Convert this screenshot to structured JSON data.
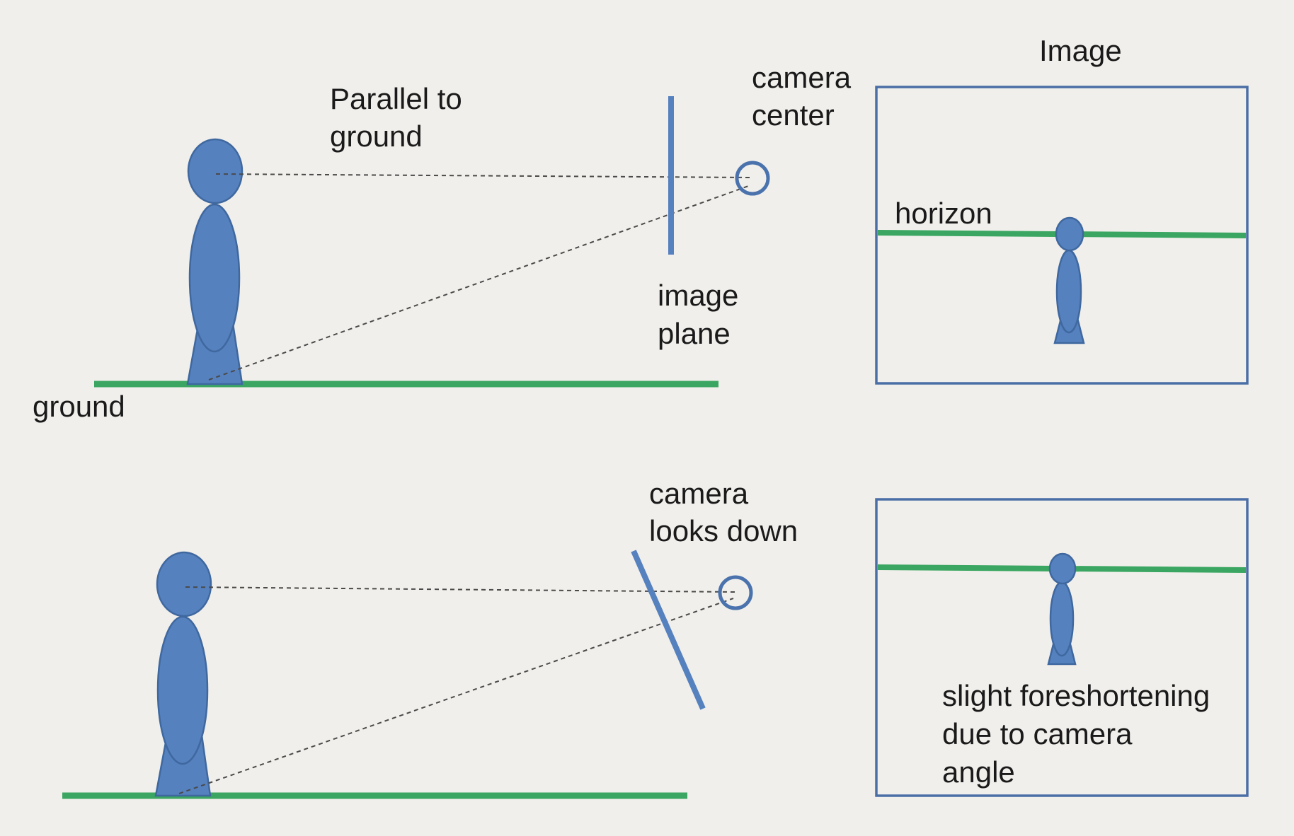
{
  "top_panel": {
    "label_parallel": [
      "Parallel to",
      "ground"
    ],
    "label_camera_center": [
      "camera",
      "center"
    ],
    "label_image_plane": [
      "image",
      "plane"
    ],
    "label_ground": "ground",
    "label_image": "Image",
    "label_horizon": "horizon"
  },
  "bottom_panel": {
    "label_camera_looks_down": [
      "camera",
      "looks down"
    ],
    "label_foreshortening": [
      "slight foreshortening",
      "due to camera",
      "angle"
    ]
  },
  "colors": {
    "background": "#f1efeb",
    "figure_fill": "#5581bf",
    "ground_green": "#3aa661",
    "frame_blue": "#4a6ea6"
  }
}
